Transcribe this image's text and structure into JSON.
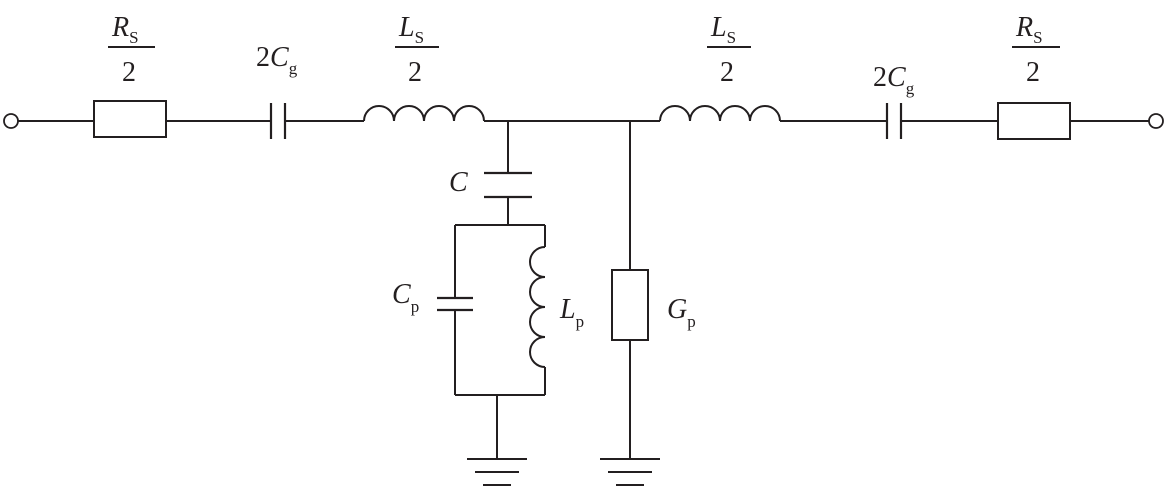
{
  "colors": {
    "ink": "#231f20",
    "background": "#ffffff"
  },
  "labels": {
    "rs_left": {
      "symbol": "R",
      "sub": "S",
      "den": "2"
    },
    "cg_left": {
      "coef": "2",
      "symbol": "C",
      "sub": "g"
    },
    "ls_left": {
      "symbol": "L",
      "sub": "S",
      "den": "2"
    },
    "ls_right": {
      "symbol": "L",
      "sub": "S",
      "den": "2"
    },
    "cg_right": {
      "coef": "2",
      "symbol": "C",
      "sub": "g"
    },
    "rs_right": {
      "symbol": "R",
      "sub": "S",
      "den": "2"
    },
    "c": {
      "symbol": "C"
    },
    "cp": {
      "symbol": "C",
      "sub": "p"
    },
    "lp": {
      "symbol": "L",
      "sub": "p"
    },
    "gp": {
      "symbol": "G",
      "sub": "p"
    }
  }
}
